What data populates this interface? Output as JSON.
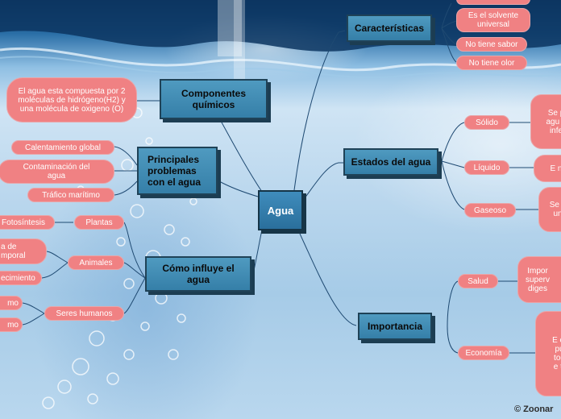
{
  "center": {
    "label": "Agua"
  },
  "branches": {
    "caracteristicas": {
      "label": "Características",
      "items": [
        "Es el solvente universal",
        "No tiene sabor",
        "No tiene olor"
      ]
    },
    "componentes": {
      "label": "Componentes químicos",
      "note": "El agua esta compuesta por 2 moléculas de hidrógeno(H2) y una molécula de oxigeno (O)"
    },
    "problemas": {
      "label": "Principales problemas con el agua",
      "items": [
        "Calentamiento global",
        "Contaminación del agua",
        "Tráfico marítimo"
      ]
    },
    "estados": {
      "label": "Estados del agua",
      "items": [
        {
          "label": "Sólido",
          "note": "Se p agu u infe"
        },
        {
          "label": "Líquido",
          "note": "E n"
        },
        {
          "label": "Gaseoso",
          "note": "Se a un"
        }
      ]
    },
    "influye": {
      "label": "Cómo influye el agua",
      "plantas": {
        "label": "Plantas",
        "items": [
          "Fotosíntesis"
        ]
      },
      "animales": {
        "label": "Animales",
        "items": [
          "a de mporal",
          "ecimiento"
        ]
      },
      "humanos": {
        "label": "Seres humanos",
        "items": [
          "mo",
          "mo"
        ]
      }
    },
    "importancia": {
      "label": "Importancia",
      "items": [
        {
          "label": "Salud",
          "note": "Impor superv diges"
        },
        {
          "label": "Economía",
          "note": "E cr pu tod e tr"
        }
      ]
    }
  },
  "watermark": "© Zoonar"
}
